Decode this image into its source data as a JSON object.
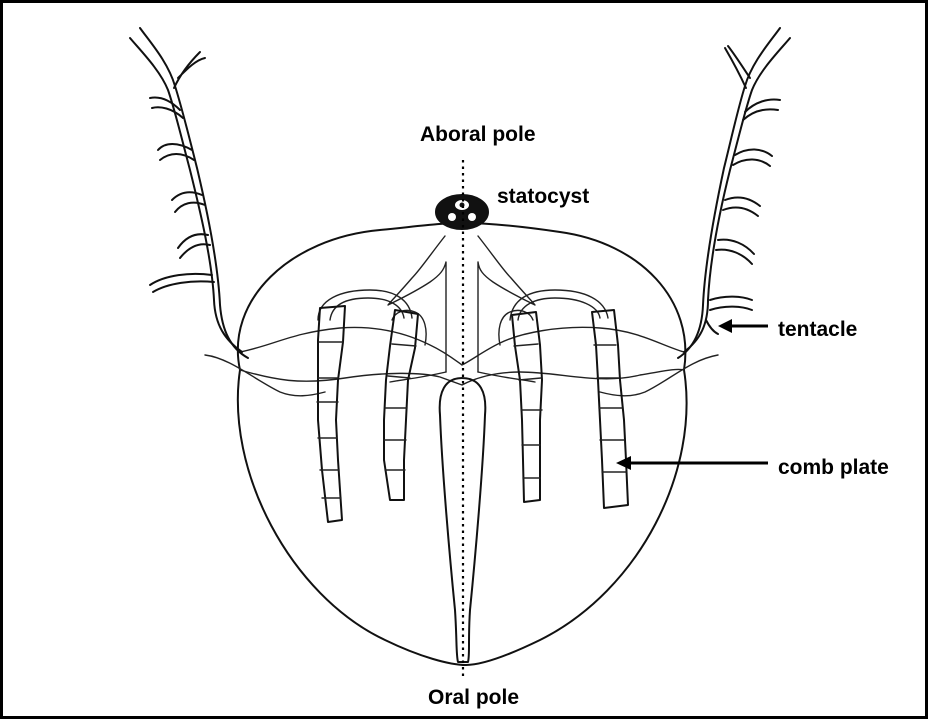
{
  "labels": {
    "aboral_pole": "Aboral pole",
    "statocyst": "statocyst",
    "tentacle": "tentacle",
    "comb_plate": "comb plate",
    "oral_pole": "Oral pole"
  },
  "colors": {
    "ink": "#111111",
    "border": "#000000",
    "background": "#ffffff"
  }
}
